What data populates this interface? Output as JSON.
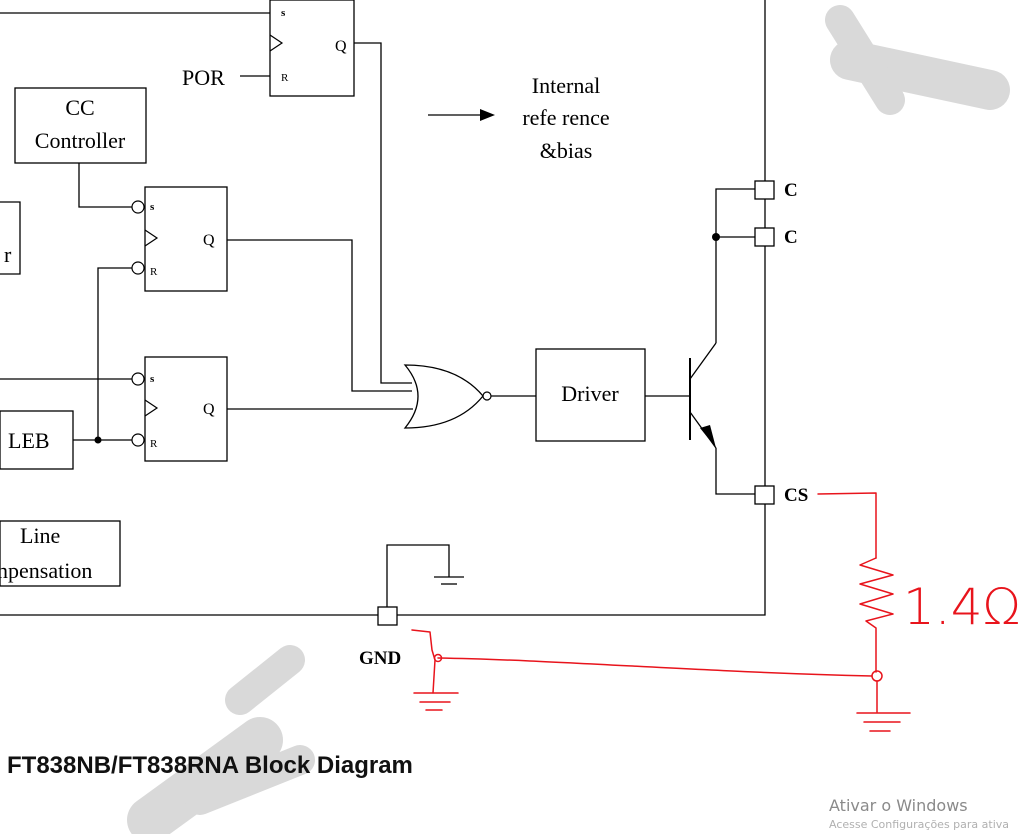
{
  "diagram": {
    "blocks": {
      "cc_controller": [
        "CC",
        "Controller"
      ],
      "driver": "Driver",
      "leb": "LEB",
      "line_comp": [
        "Line",
        "npensation"
      ],
      "partial_block": "r"
    },
    "flipflops": {
      "pin_s": "s",
      "pin_r": "R",
      "pin_q": "Q"
    },
    "labels": {
      "por": "POR",
      "internal_ref": [
        "Internal",
        "refe rence",
        "&bias"
      ]
    },
    "pins": {
      "c1": "C",
      "c2": "C",
      "cs": "CS",
      "gnd": "GND"
    },
    "annotation": {
      "resistor_value": "1.4Ω"
    },
    "colors": {
      "line": "#000000",
      "annotation": "#e8141c",
      "watermark": "#d6d6d6"
    }
  },
  "caption": "FT838NB/FT838RNA Block Diagram",
  "windows_watermark": {
    "title": "Ativar o Windows",
    "subtitle": "Acesse Configurações para ativa"
  }
}
